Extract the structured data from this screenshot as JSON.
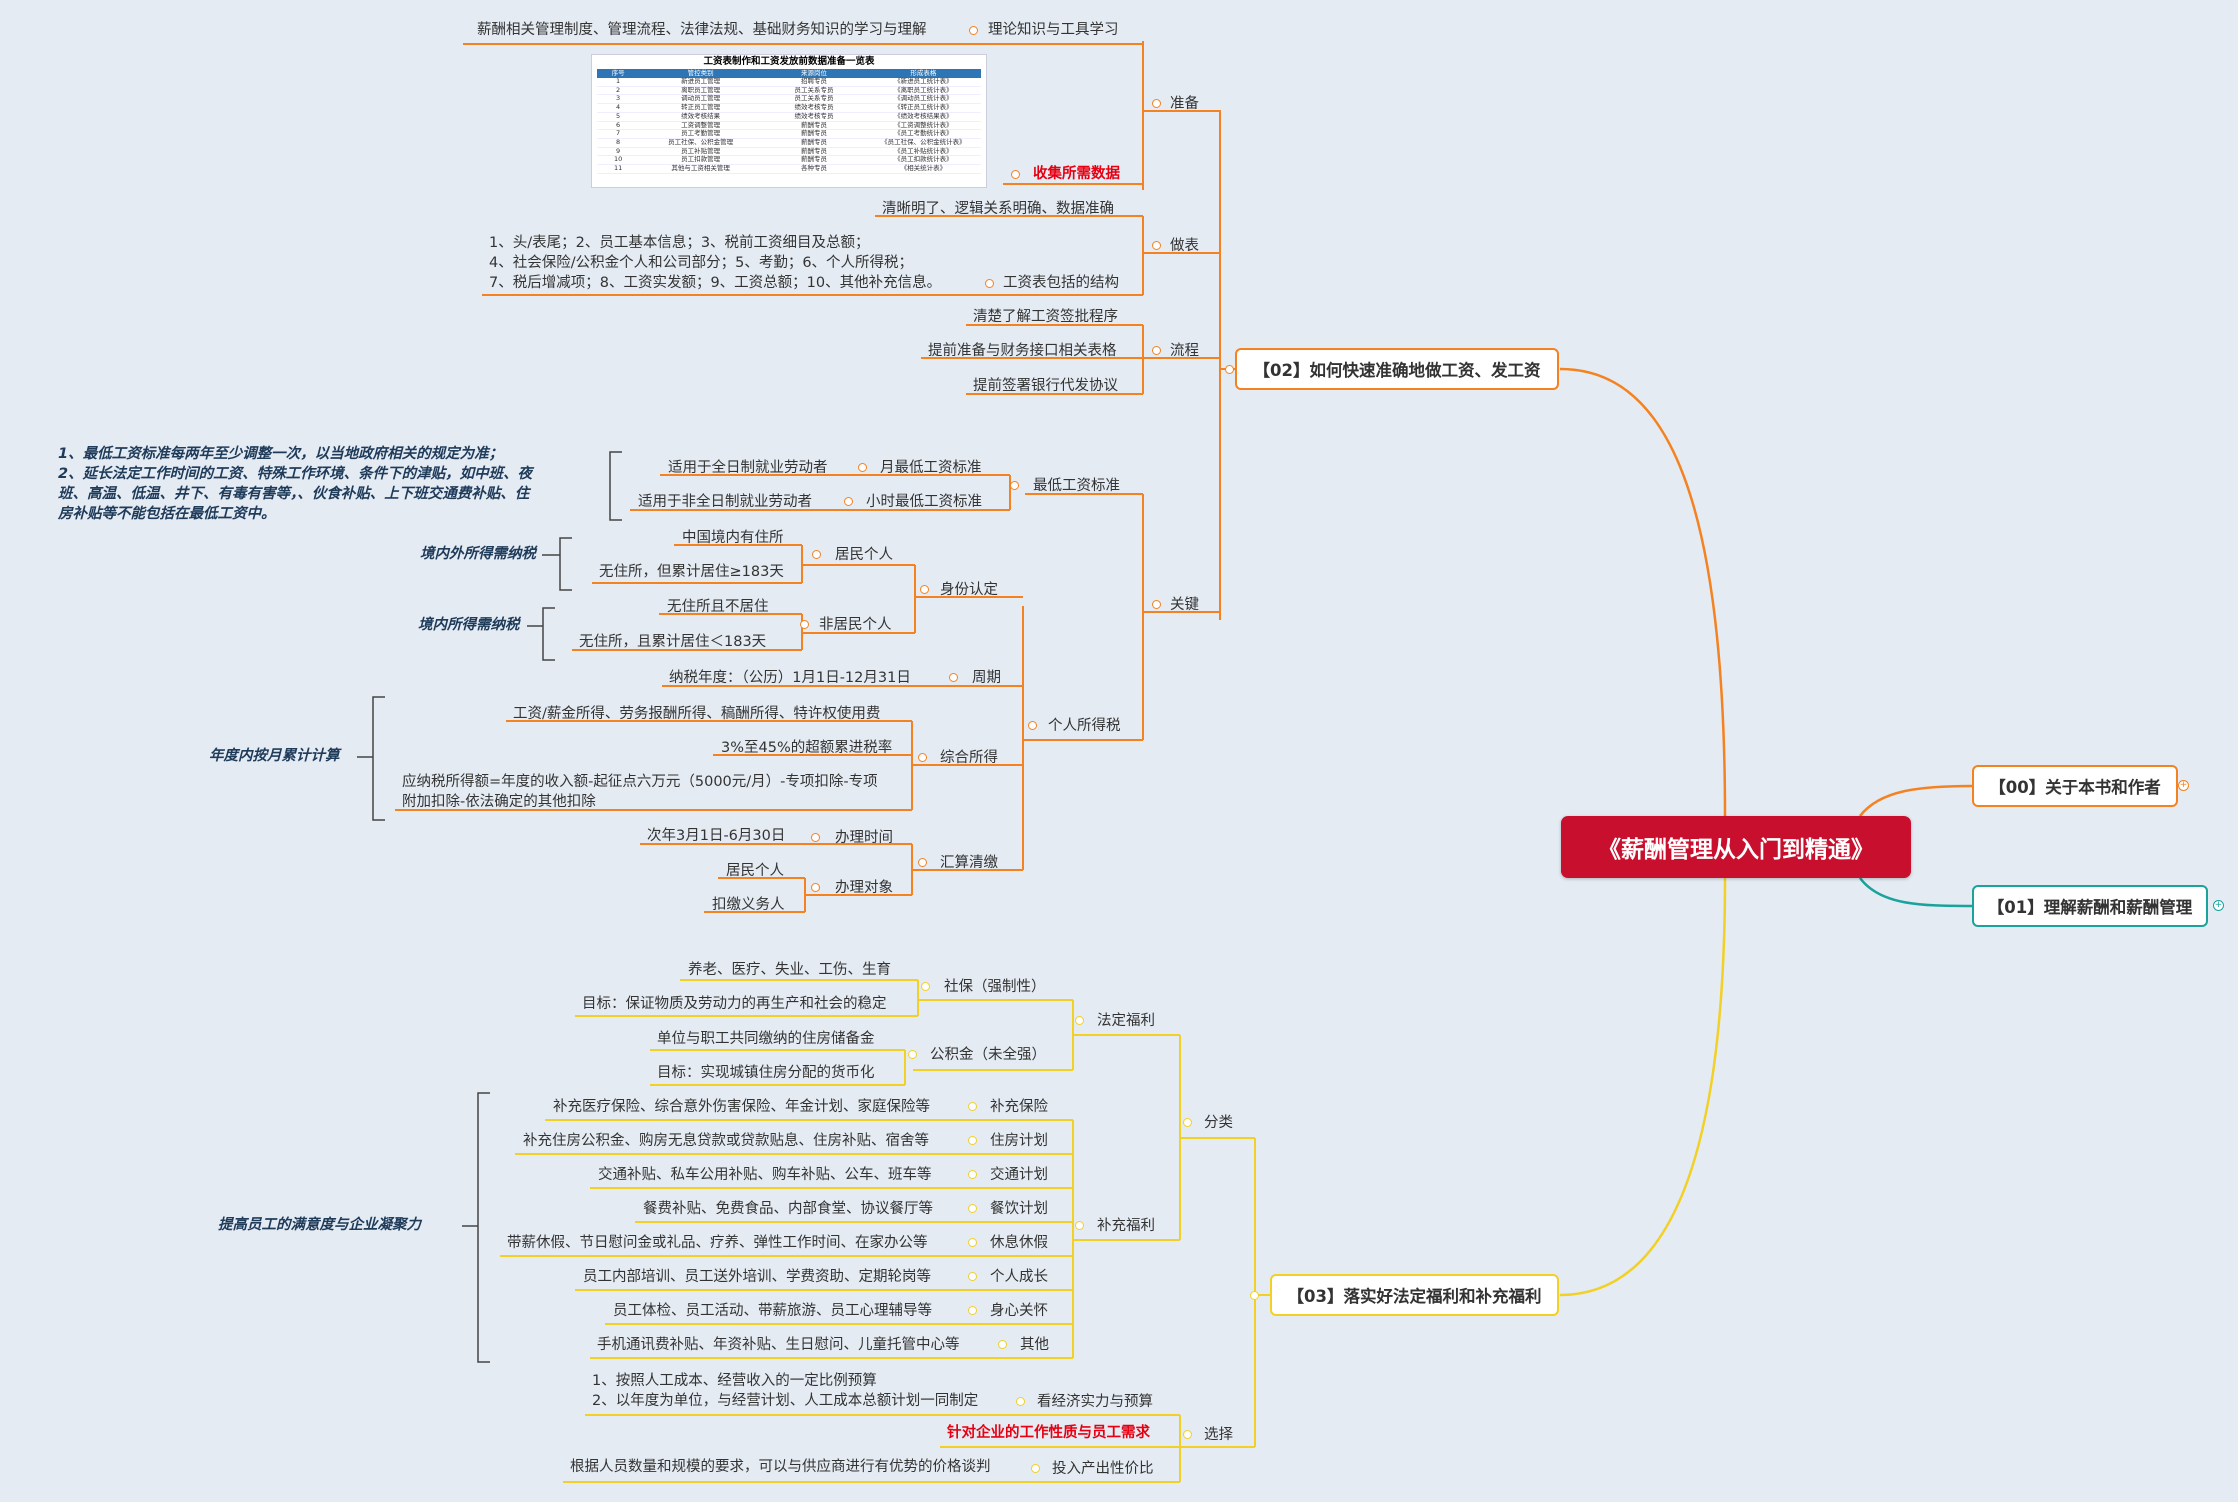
{
  "root": {
    "title": "《薪酬管理从入门到精通》"
  },
  "branches": {
    "b00": {
      "label": "【00】关于本书和作者",
      "color": "#f58220"
    },
    "b01": {
      "label": "【01】理解薪酬和薪酬管理",
      "color": "#1aa39a"
    },
    "b02": {
      "label": "【02】如何快速准确地做工资、发工资",
      "color": "#f58220"
    },
    "b03": {
      "label": "【03】落实好法定福利和补充福利",
      "color": "#f2d024"
    }
  },
  "colors": {
    "orange": "#f58220",
    "yellow": "#f2d024",
    "teal": "#1aa39a",
    "bracket": "#444444",
    "root": "#c8102e"
  },
  "salary_table": {
    "title": "工资表制作和工资发放前数据准备一览表",
    "headers": [
      "序号",
      "管控类别",
      "来源岗位",
      "形成表格"
    ],
    "rows": [
      [
        "1",
        "新进员工管理",
        "招聘专员",
        "《新进员工统计表》"
      ],
      [
        "2",
        "离职员工管理",
        "员工关系专员",
        "《离职员工统计表》"
      ],
      [
        "3",
        "调动员工管理",
        "员工关系专员",
        "《调动员工统计表》"
      ],
      [
        "4",
        "转正员工管理",
        "绩效考核专员",
        "《转正员工统计表》"
      ],
      [
        "5",
        "绩效考核结果",
        "绩效考核专员",
        "《绩效考核结果表》"
      ],
      [
        "6",
        "工资调整管理",
        "薪酬专员",
        "《工资调整统计表》"
      ],
      [
        "7",
        "员工考勤管理",
        "薪酬专员",
        "《员工考勤统计表》"
      ],
      [
        "8",
        "员工社保、公积金管理",
        "薪酬专员",
        "《员工社保、公积金统计表》"
      ],
      [
        "9",
        "员工补贴管理",
        "薪酬专员",
        "《员工补贴统计表》"
      ],
      [
        "10",
        "员工扣款管理",
        "薪酬专员",
        "《员工扣款统计表》"
      ],
      [
        "11",
        "其他与工资相关管理",
        "各种专员",
        "《相关统计表》"
      ]
    ]
  },
  "nodes": {
    "n_theory_detail": "薪酬相关管理制度、管理流程、法律法规、基础财务知识的学习与理解",
    "n_theory": "理论知识与工具学习",
    "n_prepare": "准备",
    "n_collect": "收集所需数据",
    "n_clear": "清晰明了、逻辑关系明确、数据准确",
    "n_structure_detail": "1、头/表尾；2、员工基本信息；3、税前工资细目及总额；\n4、社会保险/公积金个人和公司部分；5、考勤；6、个人所得税；\n7、税后增减项；8、工资实发额；9、工资总额；10、其他补充信息。",
    "n_structure": "工资表包括的结构",
    "n_make": "做表",
    "n_approve": "清楚了解工资签批程序",
    "n_finance": "提前准备与财务接口相关表格",
    "n_flow": "流程",
    "n_bank": "提前签署银行代发协议",
    "n_minwage_note": "1、最低工资标准每两年至少调整一次，以当地政府相关的规定为准；\n2、延长法定工作时间的工资、特殊工作环境、条件下的津贴，如中班、夜\n班、高温、低温、井下、有毒有害等，、伙食补贴、上下班交通费补贴、住\n房补贴等不能包括在最低工资中。",
    "n_fulltime": "适用于全日制就业劳动者",
    "n_month_min": "月最低工资标准",
    "n_min_wage": "最低工资标准",
    "n_parttime": "适用于非全日制就业劳动者",
    "n_hour_min": "小时最低工资标准",
    "n_key": "关键",
    "n_tax_both": "境内外所得需纳税",
    "n_domicile": "中国境内有住所",
    "n_resident": "居民个人",
    "n_no_dom_long": "无住所，但累计居住≥183天",
    "n_identity": "身份认定",
    "n_tax_domestic": "境内所得需纳税",
    "n_no_dom_none": "无住所且不居住",
    "n_nonresident": "非居民个人",
    "n_no_dom_short": "无住所，且累计居住＜183天",
    "n_tax_year": "纳税年度：（公历）1月1日-12月31日",
    "n_period": "周期",
    "n_iit": "个人所得税",
    "n_monthly_acc": "年度内按月累计计算",
    "n_income_types": "工资/薪金所得、劳务报酬所得、稿酬所得、特许权使用费",
    "n_rate": "3%至45%的超额累进税率",
    "n_comprehensive": "综合所得",
    "n_formula": "应纳税所得额=年度的收入额-起征点六万元（5000元/月）-专项扣除-专项\n附加扣除-依法确定的其他扣除",
    "n_date": "次年3月1日-6月30日",
    "n_time": "办理时间",
    "n_settle": "汇算清缴",
    "n_res_ind": "居民个人",
    "n_object": "办理对象",
    "n_withholder": "扣缴义务人",
    "n_social_items": "养老、医疗、失业、工伤、生育",
    "n_social": "社保（强制性）",
    "n_social_goal": "目标：保证物质及劳动力的再生产和社会的稳定",
    "n_statutory": "法定福利",
    "n_hf_items": "单位与职工共同缴纳的住房储备金",
    "n_hf": "公积金（未全强）",
    "n_hf_goal": "目标：实现城镇住房分配的货币化",
    "n_classify": "分类",
    "n_ins_d": "补充医疗保险、综合意外伤害保险、年金计划、家庭保险等",
    "n_ins": "补充保险",
    "n_housing_d": "补充住房公积金、购房无息贷款或贷款贴息、住房补贴、宿舍等",
    "n_housing": "住房计划",
    "n_traffic_d": "交通补贴、私车公用补贴、购车补贴、公车、班车等",
    "n_traffic": "交通计划",
    "n_satisfaction": "提高员工的满意度与企业凝聚力",
    "n_meal_d": "餐费补贴、免费食品、内部食堂、协议餐厅等",
    "n_meal": "餐饮计划",
    "n_supplement": "补充福利",
    "n_rest_d": "带薪休假、节日慰问金或礼品、疗养、弹性工作时间、在家办公等",
    "n_rest": "休息休假",
    "n_growth_d": "员工内部培训、员工送外培训、学费资助、定期轮岗等",
    "n_growth": "个人成长",
    "n_care_d": "员工体检、员工活动、带薪旅游、员工心理辅导等",
    "n_care": "身心关怀",
    "n_other_d": "手机通讯费补贴、年资补贴、生日慰问、儿童托管中心等",
    "n_other": "其他",
    "n_budget_d": "1、按照人工成本、经营收入的一定比例预算\n2、以年度为单位，与经营计划、人工成本总额计划一同制定",
    "n_budget": "看经济实力与预算",
    "n_choose": "选择",
    "n_nature": "针对企业的工作性质与员工需求",
    "n_nego_d": "根据人员数量和规模的要求，可以与供应商进行有优势的价格谈判",
    "n_roi": "投入产出性价比"
  }
}
